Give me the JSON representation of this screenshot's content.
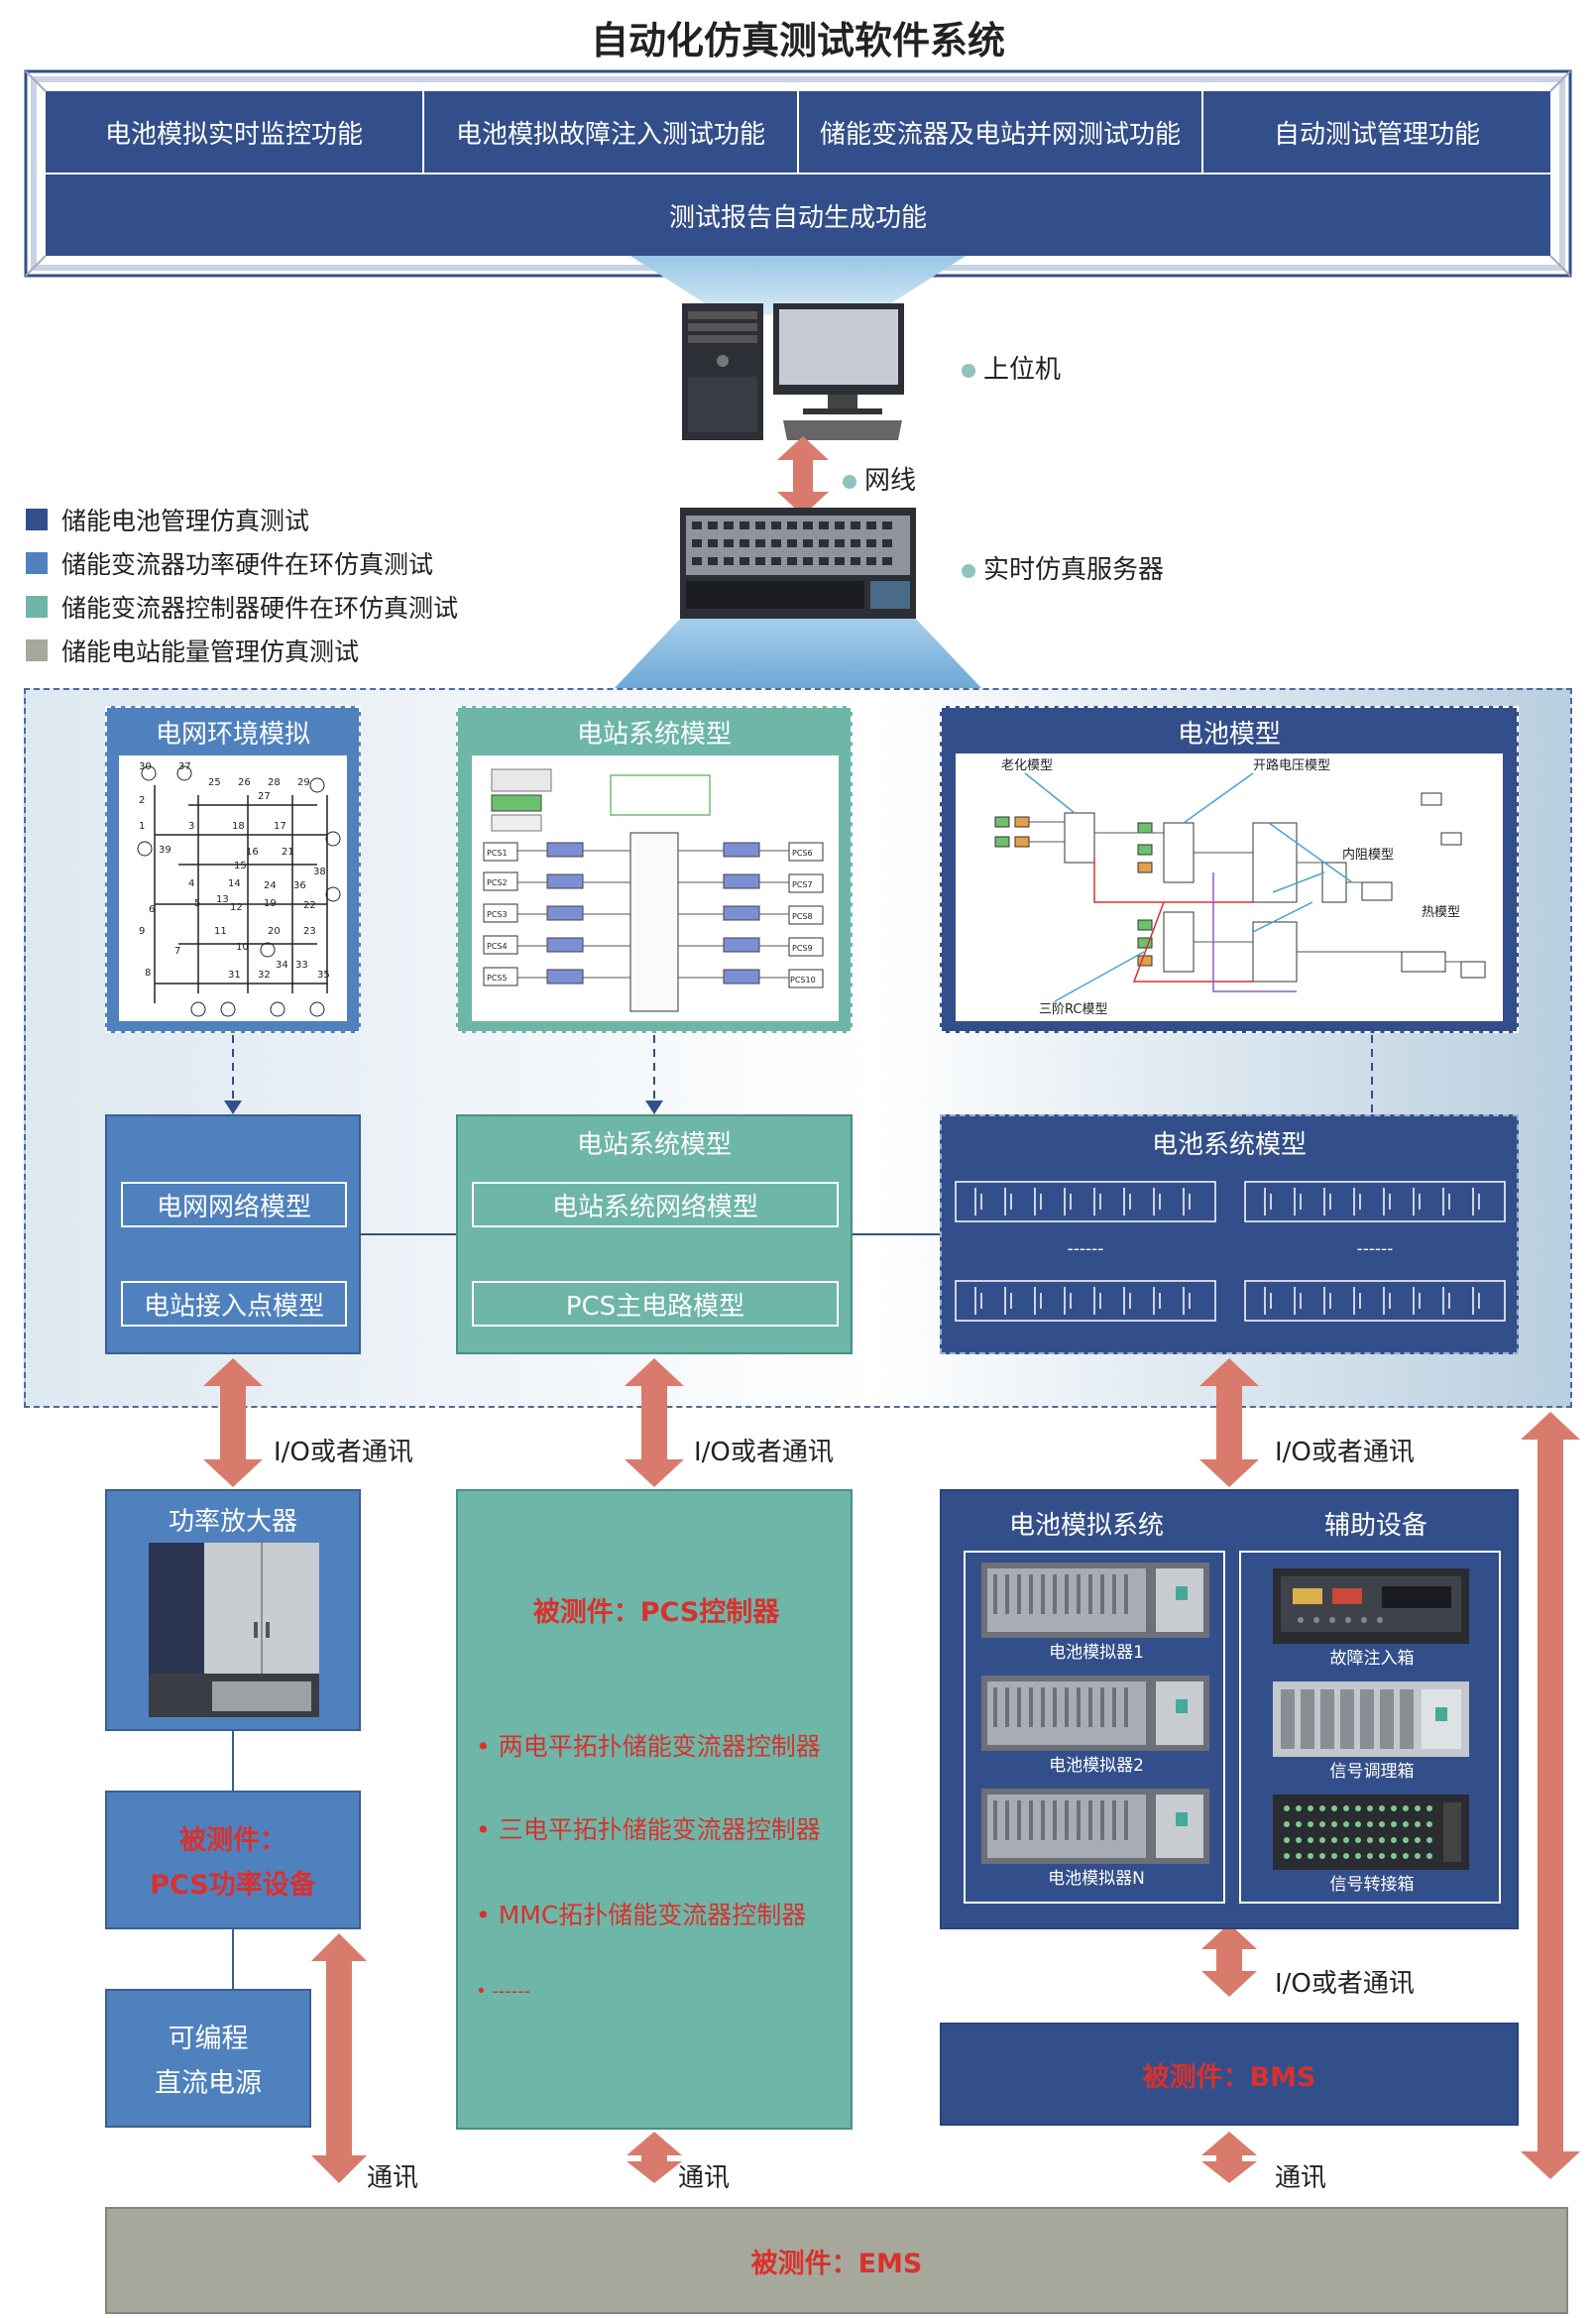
{
  "title": "自动化仿真测试软件系统",
  "top_functions": [
    "电池模拟实时监控功能",
    "电池模拟故障注入测试功能",
    "储能变流器及电站并网测试功能",
    "自动测试管理功能"
  ],
  "report_function": "测试报告自动生成功能",
  "labels": {
    "host": "上位机",
    "cable": "网线",
    "server": "实时仿真服务器"
  },
  "legend": [
    {
      "label": "储能电池管理仿真测试",
      "color": "#334f8b"
    },
    {
      "label": "储能变流器功率硬件在环仿真测试",
      "color": "#4f81bf"
    },
    {
      "label": "储能变流器控制器硬件在环仿真测试",
      "color": "#6db6a8"
    },
    {
      "label": "储能电站能量管理仿真测试",
      "color": "#a5a89a"
    }
  ],
  "grid_env": {
    "title": "电网环境模拟",
    "bus_labels": [
      "30",
      "37",
      "25",
      "26",
      "28",
      "29",
      "2",
      "27",
      "1",
      "3",
      "18",
      "17",
      "39",
      "16",
      "21",
      "15",
      "38",
      "4",
      "14",
      "24",
      "36",
      "5",
      "6",
      "13",
      "12",
      "19",
      "22",
      "9",
      "11",
      "20",
      "23",
      "7",
      "10",
      "34",
      "33",
      "8",
      "31",
      "32",
      "35"
    ]
  },
  "station_model_top": {
    "title": "电站系统模型",
    "pcs_left": [
      "PCS1",
      "PCS2",
      "PCS3",
      "PCS4",
      "PCS5"
    ],
    "pcs_right": [
      "PCS6",
      "PCS7",
      "PCS8",
      "PCS9",
      "PCS10"
    ]
  },
  "battery_model": {
    "title": "电池模型",
    "annotations": [
      "老化模型",
      "开路电压模型",
      "内阻模型",
      "热模型",
      "三阶RC模型"
    ]
  },
  "grid_network": {
    "net": "电网网络模型",
    "access": "电站接入点模型"
  },
  "station_system": {
    "title": "电站系统模型",
    "net": "电站系统网络模型",
    "pcs": "PCS主电路模型"
  },
  "battery_system": {
    "title": "电池系统模型",
    "dashes": "------"
  },
  "io_comm": "I/O或者通讯",
  "comm": "通讯",
  "power_amp": "功率放大器",
  "dut_pcs_power": {
    "line1": "被测件：",
    "line2": "PCS功率设备"
  },
  "dc_source": {
    "line1": "可编程",
    "line2": "直流电源"
  },
  "dut_pcs_controller": {
    "title": "被测件：PCS控制器",
    "items": [
      "• 两电平拓扑储能变流器控制器",
      "• 三电平拓扑储能变流器控制器",
      "• MMC拓扑储能变流器控制器",
      "• ------"
    ]
  },
  "battery_sim_system": {
    "title": "电池模拟系统",
    "simulators": [
      "电池模拟器1",
      "电池模拟器2",
      "电池模拟器N"
    ]
  },
  "aux_devices": {
    "title": "辅助设备",
    "items": [
      "故障注入箱",
      "信号调理箱",
      "信号转接箱"
    ]
  },
  "dut_bms": "被测件：BMS",
  "dut_ems": "被测件：EMS"
}
